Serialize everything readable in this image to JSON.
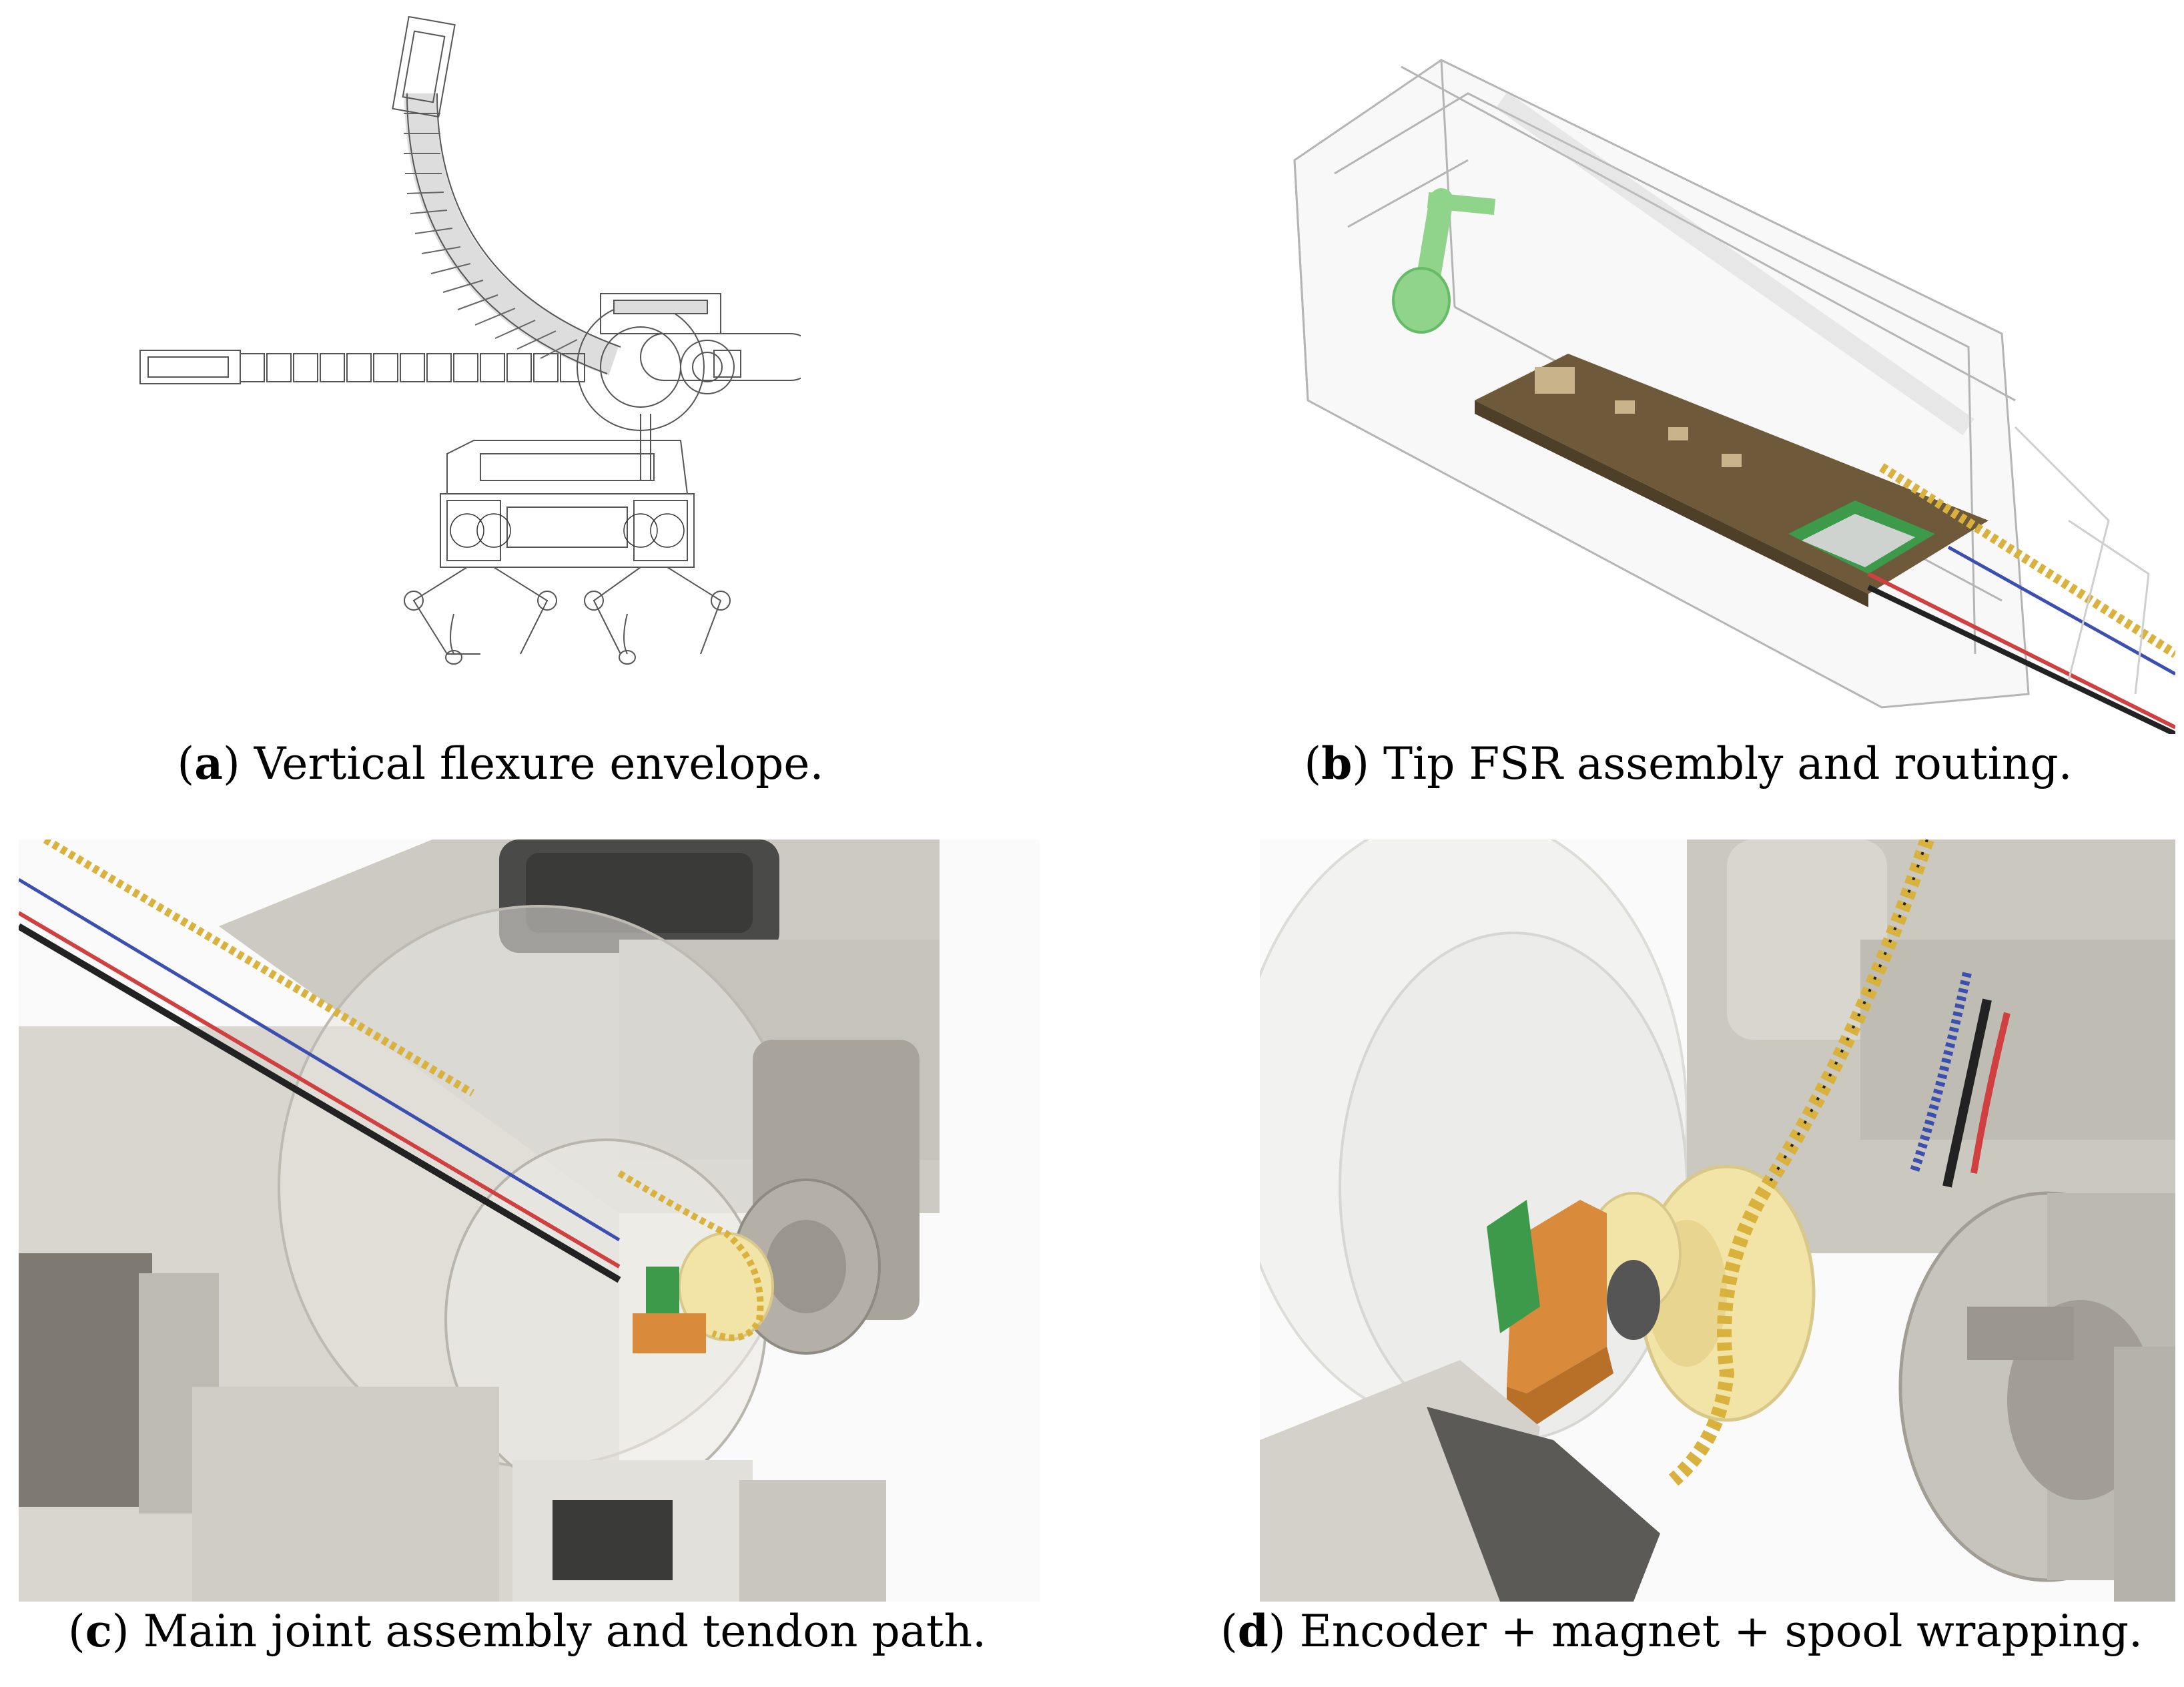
{
  "figure": {
    "panels": [
      {
        "id": "a",
        "label": "a",
        "caption": "Vertical flexure envelope."
      },
      {
        "id": "b",
        "label": "b",
        "caption": "Tip FSR assembly and routing."
      },
      {
        "id": "c",
        "label": "c",
        "caption": "Main joint assembly and tendon path."
      },
      {
        "id": "d",
        "label": "d",
        "caption": "Encoder + magnet + spool wrapping."
      }
    ]
  },
  "colors": {
    "cad_grey": "#d9d6cf",
    "cad_dark": "#9a968e",
    "pcb_brown": "#6e5a3a",
    "pcb_green": "#3d9a4a",
    "fsr_green": "#8fd48a",
    "encoder_orange": "#d98a3a",
    "spool_cream": "#f2e3a6",
    "tendon_gold": "#d8b23c",
    "wire_blue": "#3a4fb0",
    "wire_red": "#d04040"
  }
}
